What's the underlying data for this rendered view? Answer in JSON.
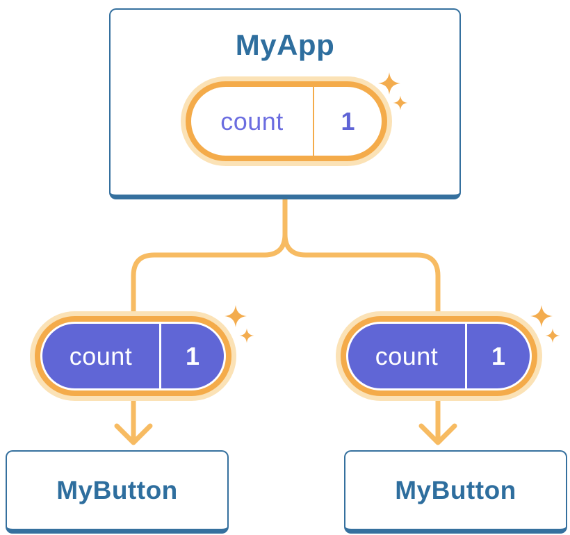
{
  "diagram": {
    "root": {
      "title": "MyApp",
      "state_pill": {
        "label": "count",
        "value": "1"
      }
    },
    "children": [
      {
        "state_pill": {
          "label": "count",
          "value": "1"
        },
        "card": {
          "title": "MyButton"
        }
      },
      {
        "state_pill": {
          "label": "count",
          "value": "1"
        },
        "card": {
          "title": "MyButton"
        }
      }
    ]
  },
  "icons": {
    "sparkle": "four-point-star"
  },
  "colors": {
    "card_border_blue": "#35709E",
    "card_text_blue": "#2E6E9E",
    "connector_orange": "#F7BB62",
    "pill_ring_orange": "#F4AB4A",
    "pill_glow_peach": "#FBE2B6",
    "pill_fill_purple": "#6066D6",
    "pill_text_purple": "#6B6DE0",
    "pill_text_white": "#FFFFFF",
    "sparkle_orange": "#F3AC4E"
  }
}
